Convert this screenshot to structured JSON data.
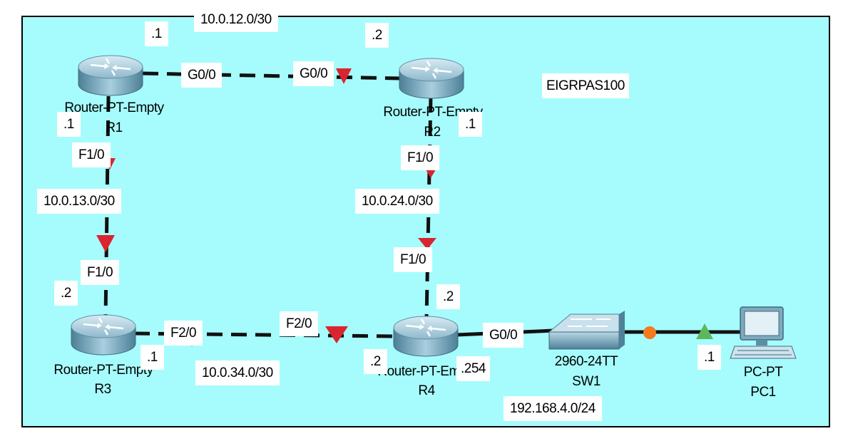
{
  "colors": {
    "workspace_bg": "#a6fcfc",
    "workspace_border": "#000000",
    "link": "#111111",
    "link_down_marker": "#d9252f",
    "link_up_marker": "#5cb85c",
    "switchport_marker": "#f47a1f",
    "device_body": "#7fb0c6"
  },
  "annotations": {
    "area": "EIGRPAS100"
  },
  "devices": {
    "r1": {
      "model": "Router-PT-Empty",
      "name": "R1",
      "icon": "router-icon"
    },
    "r2": {
      "model": "Router-PT-Empty",
      "name": "R2",
      "icon": "router-icon"
    },
    "r3": {
      "model": "Router-PT-Empty",
      "name": "R3",
      "icon": "router-icon"
    },
    "r4": {
      "model": "Router-PT-Empty",
      "name": "R4",
      "icon": "router-icon"
    },
    "sw1": {
      "model": "2960-24TT",
      "name": "SW1",
      "icon": "switch-icon"
    },
    "pc1": {
      "model": "PC-PT",
      "name": "PC1",
      "icon": "pc-icon"
    }
  },
  "links": {
    "r1_r2": {
      "network": "10.0.12.0/30",
      "a_port": "G0/0",
      "b_port": "G0/0",
      "a_host": ".1",
      "b_host": ".2"
    },
    "r1_r3": {
      "network": "10.0.13.0/30",
      "a_port": "F1/0",
      "b_port": "F1/0",
      "a_host": ".1",
      "b_host": ".2"
    },
    "r2_r4": {
      "network": "10.0.24.0/30",
      "a_port": "F1/0",
      "b_port": "F1/0",
      "a_host": ".1",
      "b_host": ".2"
    },
    "r3_r4": {
      "network": "10.0.34.0/30",
      "a_port": "F2/0",
      "b_port": "F2/0",
      "a_host": ".1",
      "b_host": ".2"
    },
    "r4_sw1": {
      "network": "192.168.4.0/24",
      "a_port": "G0/0",
      "a_host": ".254"
    },
    "sw1_pc1": {
      "b_host": ".1"
    }
  }
}
